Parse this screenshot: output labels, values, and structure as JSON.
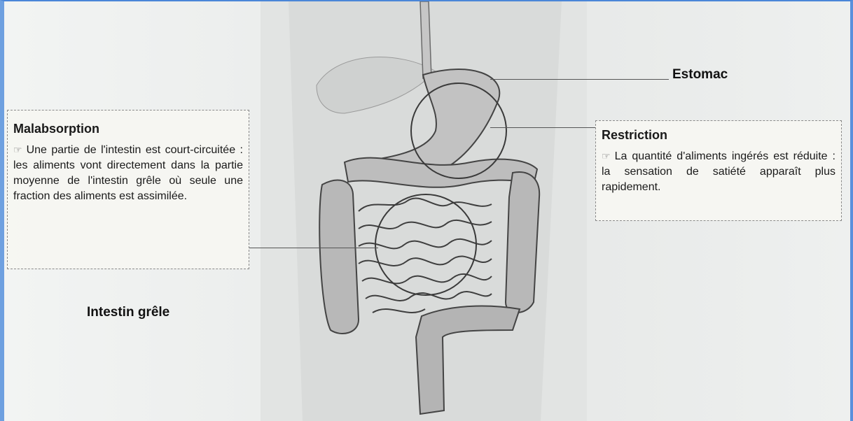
{
  "labels": {
    "stomach": "Estomac",
    "small_intestine": "Intestin grêle"
  },
  "malabsorption": {
    "title": "Malabsorption",
    "body": "Une partie de l'intestin est court-circuitée : les aliments vont directement dans la partie moyenne de l'intestin grêle où seule une fraction des aliments est assimilée."
  },
  "restriction": {
    "title": "Restriction",
    "body": "La quantité d'aliments ingérés est réduite : la sensation de satiété apparaît plus rapidement."
  },
  "colors": {
    "frame_border": "#4a86d8",
    "organ_fill": "#bcbcbc",
    "organ_outline": "#4a4a4a"
  }
}
